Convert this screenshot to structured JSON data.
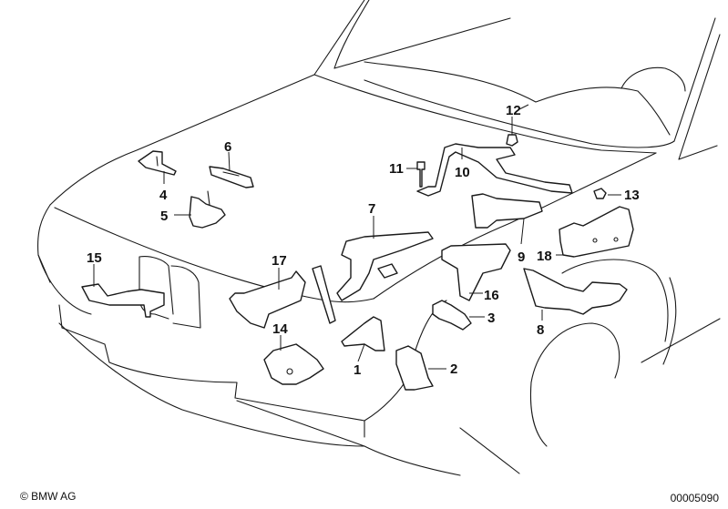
{
  "diagram": {
    "title": "Engine compartment brackets / supports",
    "parts": [
      {
        "id": "1",
        "label": "1"
      },
      {
        "id": "2",
        "label": "2"
      },
      {
        "id": "3",
        "label": "3"
      },
      {
        "id": "4",
        "label": "4"
      },
      {
        "id": "5",
        "label": "5"
      },
      {
        "id": "6",
        "label": "6"
      },
      {
        "id": "7",
        "label": "7"
      },
      {
        "id": "8",
        "label": "8"
      },
      {
        "id": "9",
        "label": "9"
      },
      {
        "id": "10",
        "label": "10"
      },
      {
        "id": "11",
        "label": "11"
      },
      {
        "id": "12",
        "label": "12"
      },
      {
        "id": "13",
        "label": "13"
      },
      {
        "id": "14",
        "label": "14"
      },
      {
        "id": "15",
        "label": "15"
      },
      {
        "id": "16",
        "label": "16"
      },
      {
        "id": "17",
        "label": "17"
      },
      {
        "id": "18",
        "label": "18"
      }
    ]
  },
  "footer": {
    "copyright": "© BMW AG",
    "document_number": "00005090"
  }
}
